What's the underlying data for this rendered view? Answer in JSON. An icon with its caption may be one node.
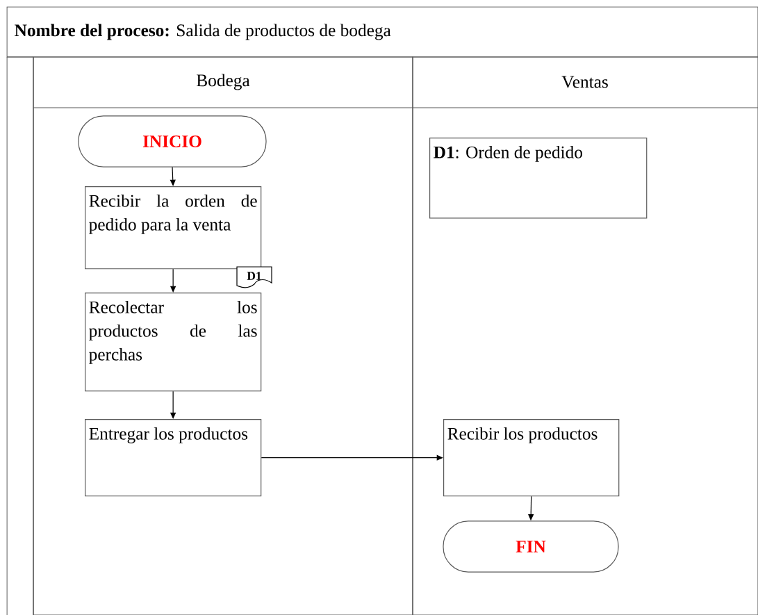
{
  "diagram": {
    "title": "**Nombre del proceso:** Salida de productos de bodega",
    "nodes": [
      {
        "text": [
          "Bodega"
        ]
      },
      {
        "text": [
          "Ventas"
        ]
      },
      {
        "text": [
          "INICIO"
        ],
        "in": 0
      },
      {
        "text": [
          "Recibir la orden de pedido para la venta"
        ],
        "in": 0
      },
      {
        "text": [
          "D1"
        ],
        "in": 0
      },
      {
        "text": [
          "Recolectar los productos de las perchas"
        ],
        "in": 0
      },
      {
        "text": [
          "Entregar los productos"
        ],
        "in": 0
      },
      {
        "text": [
          "**D1**: Orden de pedido"
        ],
        "in": 1
      },
      {
        "text": [
          "Recibir los productos"
        ],
        "in": 1
      },
      {
        "text": [
          "FIN"
        ],
        "in": 1
      }
    ],
    "edges": [
      {
        "from": 2,
        "to": 3,
        "arrow": "to"
      },
      {
        "from": 3,
        "to": 5,
        "arrow": "to"
      },
      {
        "from": 5,
        "to": 6,
        "arrow": "to"
      },
      {
        "from": 6,
        "to": 8,
        "arrow": "to"
      },
      {
        "from": 8,
        "to": 9,
        "arrow": "to"
      }
    ]
  }
}
